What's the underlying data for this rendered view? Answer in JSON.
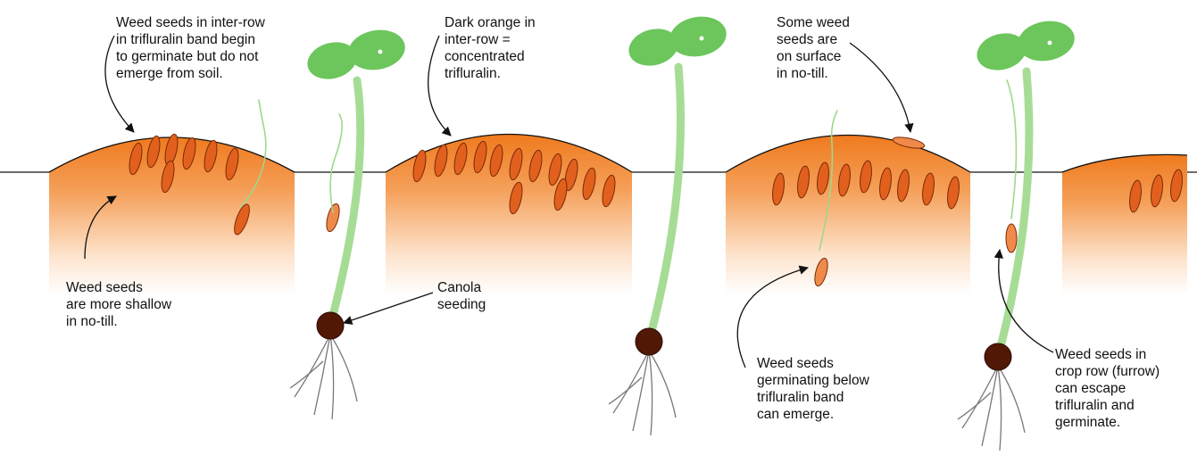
{
  "colors": {
    "soil_top": "#ef7a1e",
    "soil_bottom": "#ffffff",
    "weed_seed": "#e2601e",
    "weed_seed_light": "#f08a4a",
    "seed_stroke": "#7a2a06",
    "canola_seed": "#521806",
    "leaf": "#6cc65c",
    "stem": "#a7dc96",
    "root": "#777777",
    "text": "#111111"
  },
  "annotations": [
    {
      "id": "inter-row-seeds",
      "lines": [
        "Weed seeds in inter-row",
        "in trifluralin band begin",
        "to germinate but do not",
        "emerge from soil."
      ]
    },
    {
      "id": "dark-orange",
      "lines": [
        "Dark orange in",
        "inter-row =",
        "concentrated",
        "trifluralin."
      ]
    },
    {
      "id": "surface-seeds",
      "lines": [
        "Some weed",
        "seeds are",
        "on surface",
        "in no-till."
      ]
    },
    {
      "id": "shallow-seeds",
      "lines": [
        "Weed seeds",
        "are more shallow",
        "in no-till."
      ]
    },
    {
      "id": "canola-seeding",
      "lines": [
        "Canola",
        "seeding"
      ]
    },
    {
      "id": "below-band",
      "lines": [
        "Weed seeds",
        "germinating below",
        "trifluralin band",
        "can emerge."
      ]
    },
    {
      "id": "crop-row",
      "lines": [
        "Weed seeds in",
        "crop row (furrow)",
        "can escape",
        "trifluralin and",
        "germinate."
      ]
    }
  ]
}
